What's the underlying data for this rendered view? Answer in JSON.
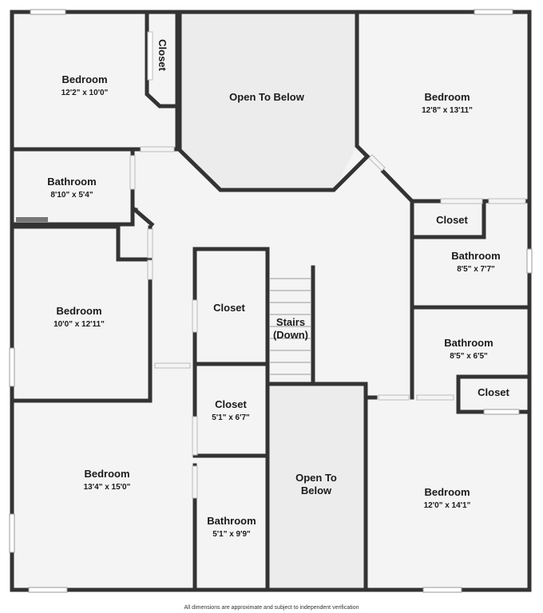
{
  "rooms": {
    "bedroom_nw": {
      "name": "Bedroom",
      "dims": "12'2\" x 10'0\""
    },
    "closet_nw": {
      "name": "Closet"
    },
    "open_top": {
      "name": "Open To Below"
    },
    "bedroom_ne": {
      "name": "Bedroom",
      "dims": "12'8\" x 13'11\""
    },
    "bathroom_w": {
      "name": "Bathroom",
      "dims": "8'10\" x 5'4\""
    },
    "closet_e": {
      "name": "Closet"
    },
    "bathroom_e1": {
      "name": "Bathroom",
      "dims": "8'5\" x 7'7\""
    },
    "bedroom_w": {
      "name": "Bedroom",
      "dims": "10'0\" x 12'11\""
    },
    "closet_center": {
      "name": "Closet"
    },
    "stairs": {
      "name_line1": "Stairs",
      "name_line2": "(Down)"
    },
    "bathroom_e2": {
      "name": "Bathroom",
      "dims": "8'5\" x 6'5\""
    },
    "closet_se": {
      "name": "Closet"
    },
    "closet_mid": {
      "name": "Closet",
      "dims": "5'1\" x 6'7\""
    },
    "bedroom_sw": {
      "name": "Bedroom",
      "dims": "13'4\" x 15'0\""
    },
    "open_bottom": {
      "name_line1": "Open To",
      "name_line2": "Below"
    },
    "bathroom_s": {
      "name": "Bathroom",
      "dims": "5'1\" x 9'9\""
    },
    "bedroom_se": {
      "name": "Bedroom",
      "dims": "12'0\" x 14'1\""
    }
  },
  "footer": {
    "disclaimer": "All dimensions are approximate and subject to independent verification"
  },
  "colors": {
    "wall": "#333333",
    "floor": "#f4f4f4",
    "open_area": "#ececec"
  }
}
